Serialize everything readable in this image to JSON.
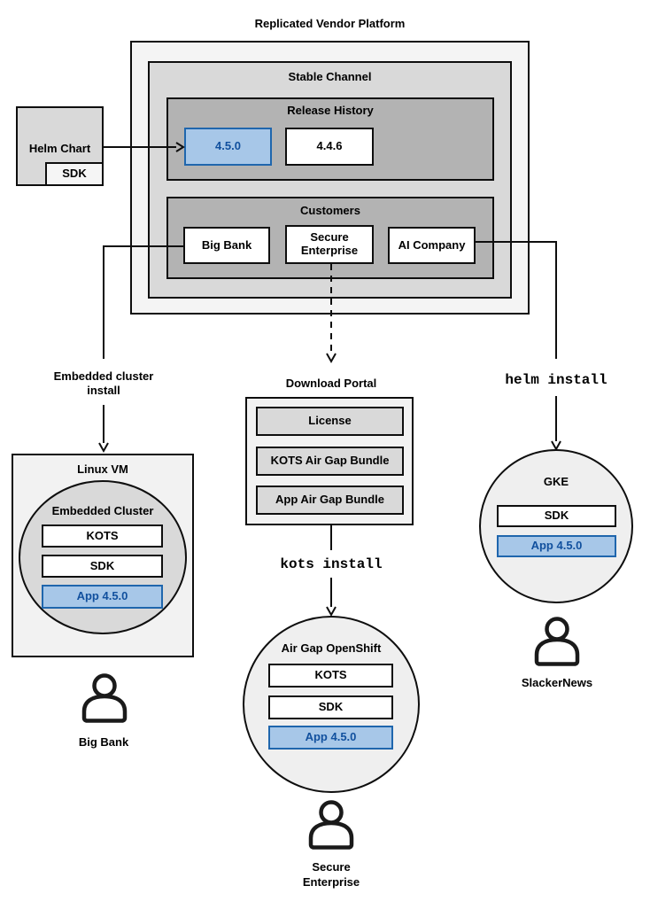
{
  "title": "Replicated Vendor Platform",
  "colors": {
    "platform_fill": "#f4f4f4",
    "channel_fill": "#d9d9d9",
    "group_fill": "#b3b3b3",
    "circle_fill": "#efefef",
    "highlight_fill": "#a7c7e8",
    "highlight_border": "#1f66ad",
    "highlight_text": "#11509e",
    "stroke": "#0e0e0e"
  },
  "platform": {
    "stable_channel": {
      "title": "Stable Channel",
      "release_history": {
        "title": "Release History",
        "releases": [
          {
            "version": "4.5.0",
            "highlighted": true
          },
          {
            "version": "4.4.6",
            "highlighted": false
          }
        ]
      },
      "customers": {
        "title": "Customers",
        "items": [
          {
            "name": "Big Bank"
          },
          {
            "name": "Secure Enterprise"
          },
          {
            "name": "AI Company"
          }
        ]
      }
    }
  },
  "helm_chart": {
    "title": "Helm Chart",
    "sdk": "SDK"
  },
  "left_flow": {
    "label": "Embedded cluster install",
    "linux_vm": {
      "title": "Linux VM"
    },
    "embedded_cluster": {
      "title": "Embedded Cluster",
      "components": [
        {
          "name": "KOTS",
          "highlighted": false
        },
        {
          "name": "SDK",
          "highlighted": false
        },
        {
          "name": "App 4.5.0",
          "highlighted": true
        }
      ]
    },
    "user": "Big Bank"
  },
  "middle_flow": {
    "download_portal": {
      "title": "Download Portal",
      "items": [
        {
          "name": "License"
        },
        {
          "name": "KOTS Air Gap Bundle"
        },
        {
          "name": "App Air Gap Bundle"
        }
      ]
    },
    "command": "kots install",
    "cluster": {
      "title": "Air Gap OpenShift",
      "components": [
        {
          "name": "KOTS",
          "highlighted": false
        },
        {
          "name": "SDK",
          "highlighted": false
        },
        {
          "name": "App 4.5.0",
          "highlighted": true
        }
      ]
    },
    "user": "Secure Enterprise"
  },
  "right_flow": {
    "command": "helm install",
    "cluster": {
      "title": "GKE",
      "components": [
        {
          "name": "SDK",
          "highlighted": false
        },
        {
          "name": "App 4.5.0",
          "highlighted": true
        }
      ]
    },
    "user": "SlackerNews"
  }
}
